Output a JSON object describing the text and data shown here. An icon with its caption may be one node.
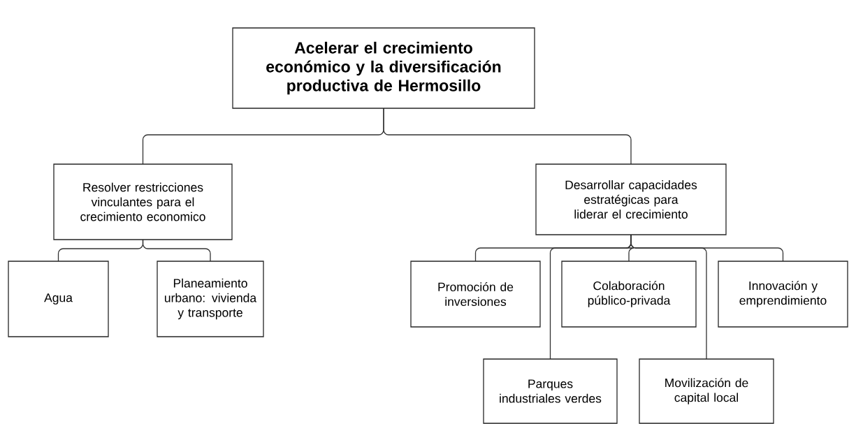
{
  "diagram": {
    "nodes": [
      {
        "text": [
          "Acelerar el crecimiento económico y la diversificación productiva de Hermosillo"
        ]
      },
      {
        "text": [
          "Resolver restricciones vinculantes para el crecimiento economico"
        ]
      },
      {
        "text": [
          "Desarrollar capacidades estratégicas para liderar el crecimiento"
        ]
      },
      {
        "text": [
          "Agua"
        ]
      },
      {
        "text": [
          "Planeamiento urbano: vivienda y transporte"
        ]
      },
      {
        "text": [
          "Promoción de inversiones"
        ]
      },
      {
        "text": [
          "Colaboración público-privada"
        ]
      },
      {
        "text": [
          "Innovación y emprendimiento"
        ]
      },
      {
        "text": [
          "Parques industriales verdes"
        ]
      },
      {
        "text": [
          "Movilización de capital local"
        ]
      }
    ],
    "edges": [
      {
        "from": 0,
        "to": 1,
        "arrow": "none"
      },
      {
        "from": 0,
        "to": 2,
        "arrow": "none"
      },
      {
        "from": 1,
        "to": 3,
        "arrow": "none"
      },
      {
        "from": 1,
        "to": 4,
        "arrow": "none"
      },
      {
        "from": 2,
        "to": 5,
        "arrow": "none"
      },
      {
        "from": 2,
        "to": 6,
        "arrow": "none"
      },
      {
        "from": 2,
        "to": 7,
        "arrow": "none"
      },
      {
        "from": 2,
        "to": 8,
        "arrow": "none"
      },
      {
        "from": 2,
        "to": 9,
        "arrow": "none"
      }
    ]
  }
}
